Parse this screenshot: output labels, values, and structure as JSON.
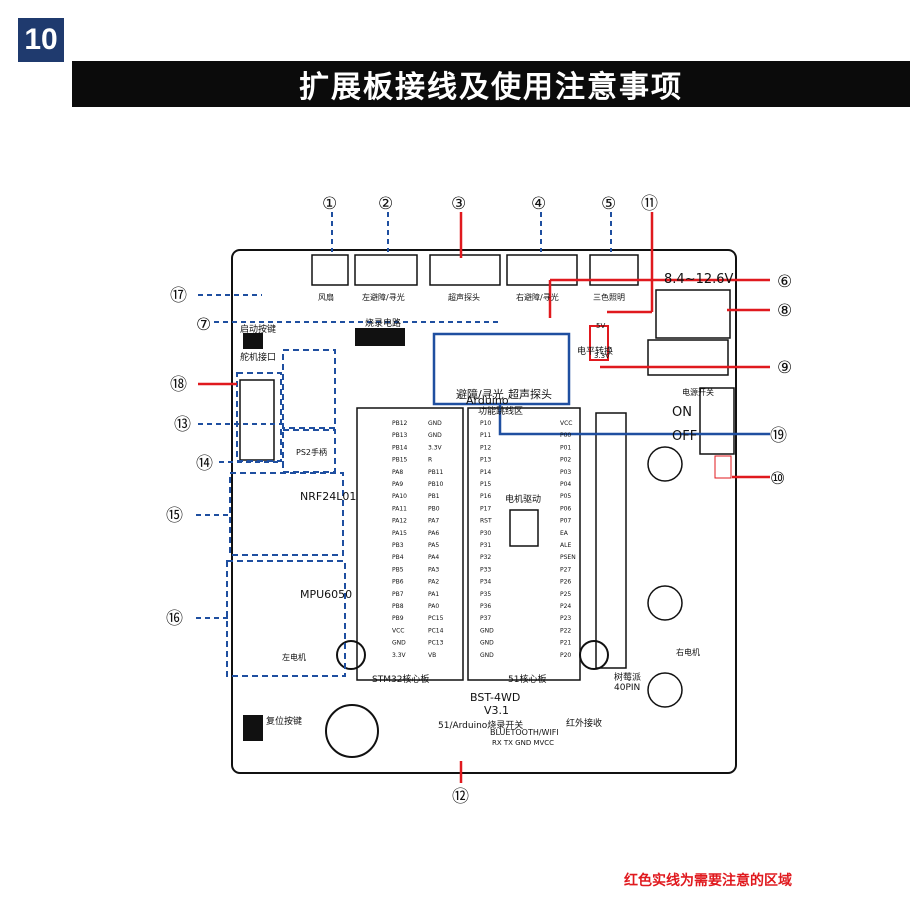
{
  "page_number": "10",
  "title": "扩展板接线及使用注意事项",
  "footnote": "红色实线为需要注意的区域",
  "callouts": [
    "①",
    "②",
    "③",
    "④",
    "⑤",
    "⑥",
    "⑦",
    "⑧",
    "⑨",
    "⑩",
    "⑪",
    "⑫",
    "⑬",
    "⑭",
    "⑮",
    "⑯",
    "⑰",
    "⑱",
    "⑲"
  ],
  "colors": {
    "red": "#e0191e",
    "blue": "#1f4fa0",
    "dark": "#0b0b0b",
    "navy": "#1f3a6e"
  },
  "board": {
    "voltage": "8.4~12.6V",
    "on": "ON",
    "off": "OFF",
    "model": "BST-4WD",
    "version": "V3.1",
    "arduino": "Arduino",
    "func_jumper": "功能跳线区",
    "fan": "风扇",
    "left_ir": "左避障/寻光",
    "ultrasonic": "超声探头",
    "right_ir": "右避障/寻光",
    "rgb": "三色照明",
    "burn_circuit": "烧录电路",
    "start_key": "启动按键",
    "servo_port": "舵机接口",
    "level_shift": "电平转换",
    "motor_drive": "电机驱动",
    "stm32": "STM32核心板",
    "core51": "51核心板",
    "raspberry": "树莓派",
    "pin40": "40PIN",
    "burn_switch": "51/Arduino烧录开关",
    "bt_wifi": "BLUETOOTH/WIFI",
    "bt_pins": "RX TX GND MVCC",
    "ir_recv": "红外接收",
    "reset_key": "复位按键",
    "nrf": "NRF24L01",
    "mpu": "MPU6050",
    "ps2": "PS2手柄",
    "right_motor": "右电机",
    "left_motor": "左电机",
    "power_switch": "电源开关",
    "ir_track": "避障/寻光",
    "ultra_head": "超声探头",
    "v5": "5V",
    "v33": "3.3V",
    "mvcc": "MVCC"
  },
  "stm32_pins_left": [
    "PB12",
    "PB13",
    "PB14",
    "PB15",
    "PA8",
    "PA9",
    "PA10",
    "PA11",
    "PA12",
    "PA15",
    "PB3",
    "PB4",
    "PB5",
    "PB6",
    "PB7",
    "PB8",
    "PB9",
    "VCC",
    "GND",
    "3.3V"
  ],
  "stm32_pins_right": [
    "GND",
    "GND",
    "3.3V",
    "R",
    "PB11",
    "PB10",
    "PB1",
    "PB0",
    "PA7",
    "PA6",
    "PA5",
    "PA4",
    "PA3",
    "PA2",
    "PA1",
    "PA0",
    "PC15",
    "PC14",
    "PC13",
    "VB"
  ],
  "core51_pins_left": [
    "P10",
    "P11",
    "P12",
    "P13",
    "P14",
    "P15",
    "P16",
    "P17",
    "RST",
    "P30",
    "P31",
    "P32",
    "P33",
    "P34",
    "P35",
    "P36",
    "P37",
    "GND",
    "GND",
    "GND"
  ],
  "core51_pins_right": [
    "VCC",
    "P00",
    "P01",
    "P02",
    "P03",
    "P04",
    "P05",
    "P06",
    "P07",
    "EA",
    "ALE",
    "PSEN",
    "P27",
    "P26",
    "P25",
    "P24",
    "P23",
    "P22",
    "P21",
    "P20"
  ]
}
